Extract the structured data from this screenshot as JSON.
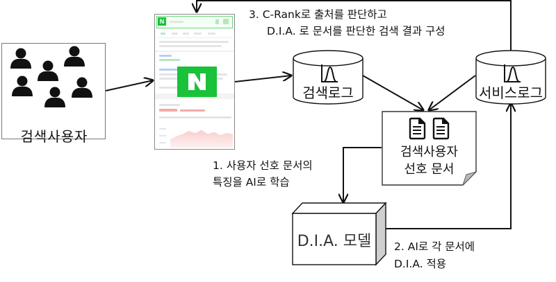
{
  "users": {
    "label": "검색사용자",
    "icon": "users-group-icon",
    "count": 6
  },
  "search_app": {
    "logo_letter": "N",
    "brand_color": "#19c23a",
    "icon": "naver-app-screenshot"
  },
  "search_log": {
    "label": "검색로그",
    "icon": "distribution-chart-icon"
  },
  "service_log": {
    "label": "서비스로그",
    "icon": "distribution-chart-icon"
  },
  "preferred_docs": {
    "line1": "검색사용자",
    "line2": "선호 문서",
    "icon": "document-icon"
  },
  "dia_model": {
    "label": "D.I.A. 모델"
  },
  "steps": {
    "step1_line1": "1. 사용자 선호 문서의",
    "step1_line2": "특징을 AI로 학습",
    "step2_line1": "2. AI로 각 문서에",
    "step2_line2": "D.I.A. 적용",
    "step3_line1": "3. C-Rank로  출처를 판단하고",
    "step3_line2": "D.I.A. 로 문서를 판단한 검색 결과 구성"
  },
  "colors": {
    "line": "#111111",
    "box_border": "#777777",
    "cube_side": "#cfcfcf",
    "naver_green": "#19c23a"
  }
}
